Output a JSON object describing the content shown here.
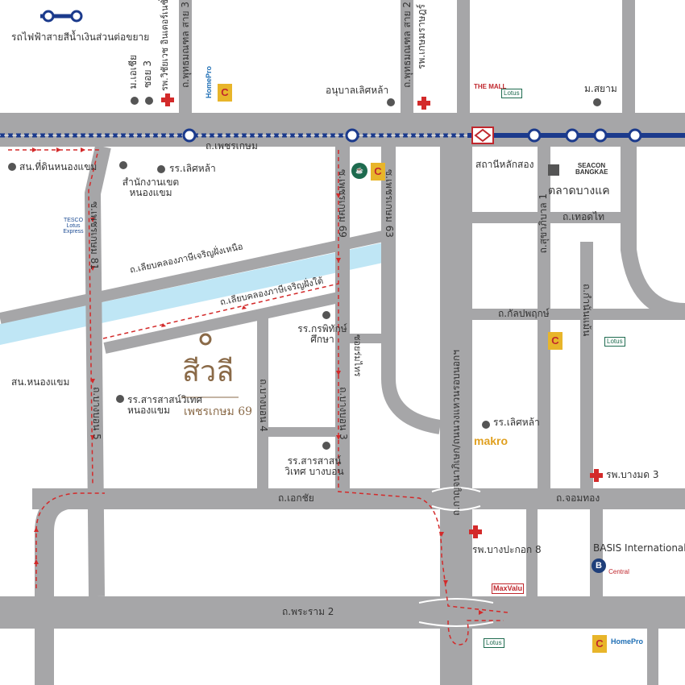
{
  "legend": {
    "label": "รถไฟฟ้าสายสีน้ำเงินส่วนต่อขยาย"
  },
  "colors": {
    "road": "#a6a6a8",
    "canal": "#bfe6f5",
    "rail": "#1b3a8c",
    "route": "#d32a2a",
    "hospital": "#d32a2a",
    "brand": "#8a6a48"
  },
  "roads": {
    "phetkasem": "ถ.เพชรเกษม",
    "ekkachai": "ถ.เอกชัย",
    "rama2": "ถ.พระราม 2",
    "chomthong": "ถ.จอมทอง",
    "kanlapaphruek": "ถ.กัลปพฤกษ์",
    "thoetthai": "ถ.เทอดไท",
    "kanchanaphisek": "ถ.กาญจนาภิเษก/ถนนวงแหวนรอบนอกฯ",
    "phutthamonthon_sai3": "ถ.พุทธมณฑล สาย 3",
    "phutthamonthon_sai2": "ถ.พุทธมณฑล สาย 2",
    "phetkasem81": "ซ.เพชรเกษม 81",
    "phetkasem69": "ซ.เพชรเกษม 69",
    "phetkasem63": "ซ.เพชรเกษม 63",
    "bangbon5": "ถ.บางบอน 5",
    "bangbon4": "ถ.บางบอน 4",
    "bangbon3": "ถ.บางบอน 3",
    "sukhapiban1": "ถ.สุขาภิบาล 1",
    "kamnanmaen": "ถ.กำนันแม้น",
    "canal_north": "ถ.เลียบคลองภาษีเจริญฝั่งเหนือ",
    "canal_south": "ถ.เลียบคลองภาษีเจริญฝั่งใต้",
    "soi_romsai": "ซอยร่มไทร"
  },
  "places": {
    "myw_soi3": "ม.เอเชีย",
    "soi3": "ซอย 3",
    "hosp_vichaiyut": "รพ.วิชัยเวช อินเตอร์เนชั่นแนล",
    "anuban_lertlah": "อนุบาลเลิศหล้า",
    "hosp_kasem": "รพ.เกษมราษฎร์",
    "m_siam": "ม.สยาม",
    "police_nongkhaem": "สน.ที่ดินหนองแขม",
    "district_office": "สำนักงานเขตหนองแขม",
    "rr_lertlah": "รร.เลิศหล้า",
    "station_laksong": "สถานีหลักสอง",
    "talad_bangkhae": "ตลาดบางแค",
    "rr_kraphatthak": "รร.กรพิทักษ์ศึกษา",
    "sn_nongkhaem": "สน.หนองแขม",
    "rr_saras_nongkhaem": "รร.สารสาสน์วิเทศ หนองแขม",
    "rr_saras_bangbon": "รร.สารสาสน์วิเทศ บางบอน",
    "rr_lertlah2": "รร.เลิศหล้า",
    "hosp_bangmod3": "รพ.บางมด 3",
    "hosp_bangpakok8": "รพ.บางปะกอก 8",
    "basis": "BASIS International"
  },
  "brand": {
    "name": "สีวลี",
    "subtitle": "เพชรเกษม 69"
  },
  "logos": {
    "homepro": "HomePro",
    "themall": "THE MALL",
    "lotus": "Lotus",
    "tesco_express": "TESCO Lotus Express",
    "seacon": "SEACON BANGKAE",
    "makro": "makro",
    "maxvalu": "MaxValu",
    "central": "Central",
    "bigc": "C",
    "basis_letter": "B"
  }
}
